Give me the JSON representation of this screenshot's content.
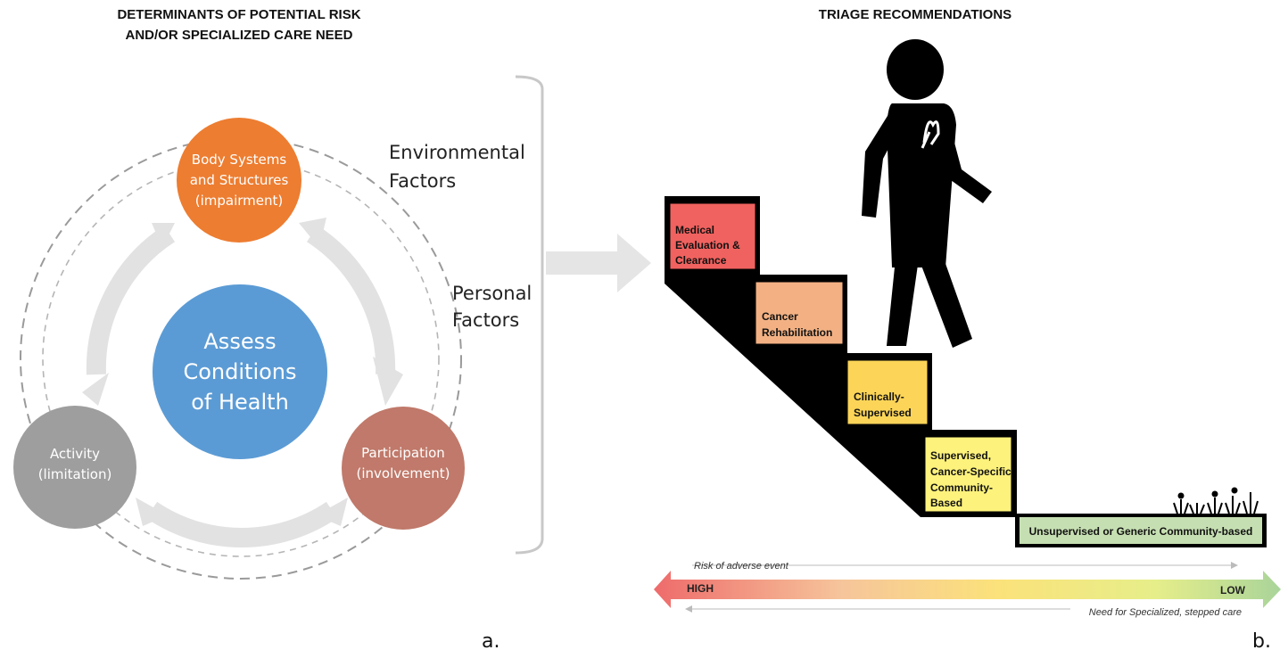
{
  "panel_a": {
    "title_line1": "DETERMINANTS OF POTENTIAL RISK",
    "title_line2": "AND/OR SPECIALIZED CARE NEED",
    "center": {
      "line1": "Assess",
      "line2": "Conditions",
      "line3": "of Health",
      "color": "#5b9bd5"
    },
    "body_systems": {
      "line1": "Body Systems",
      "line2": "and Structures",
      "line3": "(impairment)",
      "color": "#ed7d31"
    },
    "activity": {
      "line1": "Activity",
      "line2": "(limitation)",
      "color": "#9e9e9e"
    },
    "participation": {
      "line1": "Participation",
      "line2": "(involvement)",
      "color": "#c0796a"
    },
    "environmental": {
      "line1": "Environmental",
      "line2": "Factors"
    },
    "personal": {
      "line1": "Personal",
      "line2": "Factors"
    },
    "letter": "a."
  },
  "panel_b": {
    "title": "TRIAGE RECOMMENDATIONS",
    "steps": [
      {
        "lines": [
          "Medical",
          "Evaluation &",
          "Clearance"
        ],
        "color": "#f0625f"
      },
      {
        "lines": [
          "Cancer",
          "Rehabilitation"
        ],
        "color": "#f3b183"
      },
      {
        "lines": [
          "Clinically-",
          "Supervised"
        ],
        "color": "#fcd558"
      },
      {
        "lines": [
          "Supervised,",
          "Cancer-Specific",
          "Community-",
          "Based"
        ],
        "color": "#fdf27c"
      },
      {
        "lines": [
          "Unsupervised or Generic Community-based"
        ],
        "color": "#c6dfb2"
      }
    ],
    "risk_label": "Risk of adverse event",
    "need_label": "Need for Specialized, stepped care",
    "high_label": "HIGH",
    "low_label": "LOW",
    "letter": "b."
  }
}
